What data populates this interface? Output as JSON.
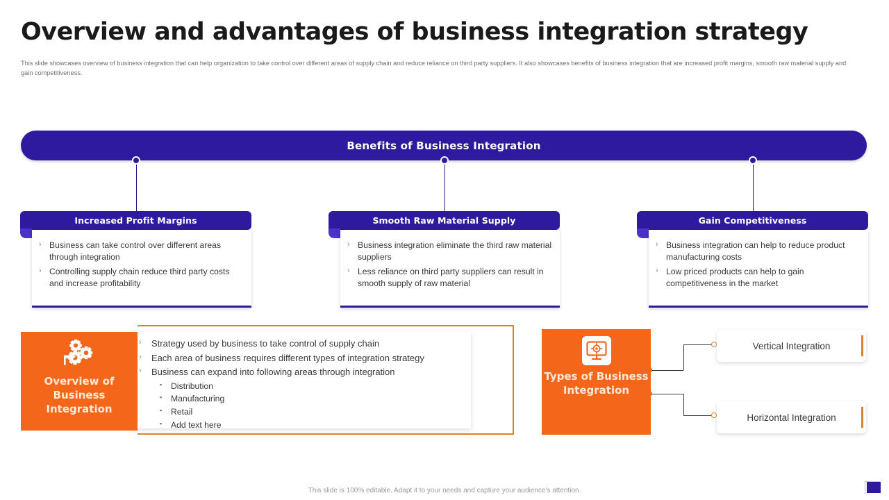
{
  "header": {
    "title": "Overview and advantages of business integration strategy",
    "subtitle": "This slide showcases overview of business integration that can help organization to take control over different areas of supply chain and reduce reliance on third party suppliers. It also showcases benefits of business integration that are increased profit margins, smooth raw material supply and gain competitiveness."
  },
  "banner": {
    "label": "Benefits of Business Integration"
  },
  "benefit_cards": [
    {
      "title": "Increased Profit Margins",
      "bullets": [
        "Business can take control over different areas through integration",
        "Controlling supply chain reduce third party costs and increase profitability"
      ]
    },
    {
      "title": "Smooth Raw Material Supply",
      "bullets": [
        "Business integration eliminate the third raw material suppliers",
        "Less reliance on third party suppliers can result in smooth supply of raw material"
      ]
    },
    {
      "title": "Gain Competitiveness",
      "bullets": [
        "Business integration can help to reduce product manufacturing costs",
        "Low priced products can help to gain competitiveness in the market"
      ]
    }
  ],
  "overview": {
    "tile_label": "Overview of Business Integration",
    "icon": "gears-arrow-icon",
    "bullets": [
      "Strategy used by business to take control of supply chain",
      "Each area of business requires different types of integration strategy",
      "Business can expand into following areas through integration"
    ],
    "sub_bullets": [
      "Distribution",
      "Manufacturing",
      "Retail",
      "Add text here"
    ]
  },
  "types": {
    "tile_label": "Types of Business Integration",
    "icon": "monitor-target-icon",
    "items": [
      "Vertical Integration",
      "Horizontal Integration"
    ]
  },
  "footer": {
    "note": "This slide is 100% editable. Adapt it to your needs and capture your audience's attention."
  },
  "bullet_marks": {
    "chevron": "›",
    "square": "▪"
  },
  "colors": {
    "purple": "#2e1a9e",
    "purple_light": "#4a31c9",
    "orange": "#f4661a",
    "orange_border": "#d9822b"
  }
}
